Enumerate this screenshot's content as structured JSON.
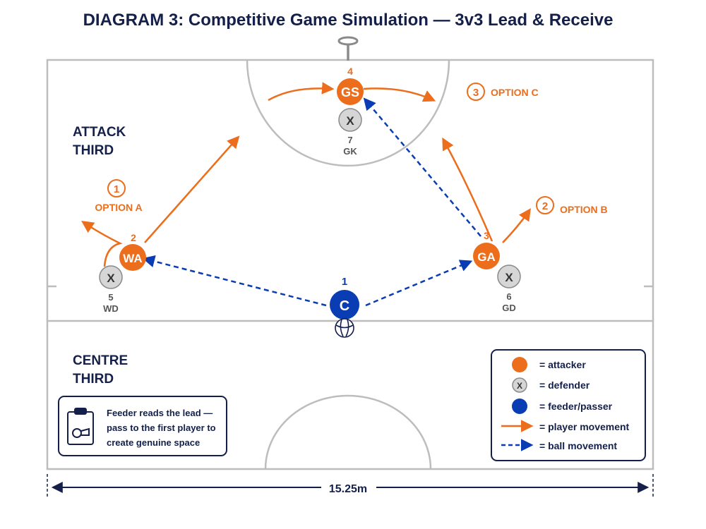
{
  "title": "DIAGRAM 3: Competitive Game Simulation — 3v3 Lead & Receive",
  "thirds": {
    "attack": [
      "ATTACK",
      "THIRD"
    ],
    "centre": [
      "CENTRE",
      "THIRD"
    ]
  },
  "players": {
    "gs": {
      "label": "GS",
      "number": "4"
    },
    "wa": {
      "label": "WA",
      "number": "2"
    },
    "ga": {
      "label": "GA",
      "number": "3"
    },
    "c": {
      "label": "C",
      "number": "1"
    }
  },
  "defenders": {
    "gk": {
      "mark": "X",
      "number": "7",
      "label": "GK"
    },
    "wd": {
      "mark": "X",
      "number": "5",
      "label": "WD"
    },
    "gd": {
      "mark": "X",
      "number": "6",
      "label": "GD"
    }
  },
  "options": {
    "a": {
      "number": "1",
      "label": "OPTION A"
    },
    "b": {
      "number": "2",
      "label": "OPTION B"
    },
    "c": {
      "number": "3",
      "label": "OPTION C"
    }
  },
  "note": {
    "lines": [
      "Feeder reads the lead —",
      "pass to the first player to",
      "create genuine space"
    ],
    "icon": "clipboard-whistle-icon"
  },
  "legend": {
    "attacker": "= attacker",
    "defender_mark": "X",
    "defender": "= defender",
    "feeder": "= feeder/passer",
    "player_movement": "= player movement",
    "ball_movement": "= ball movement"
  },
  "dimension": "15.25m",
  "colors": {
    "navy": "#14204a",
    "orange": "#ec6d1c",
    "blue": "#0a3cb4",
    "grey": "#d6d6d6",
    "court_line": "#bdbdbd"
  }
}
